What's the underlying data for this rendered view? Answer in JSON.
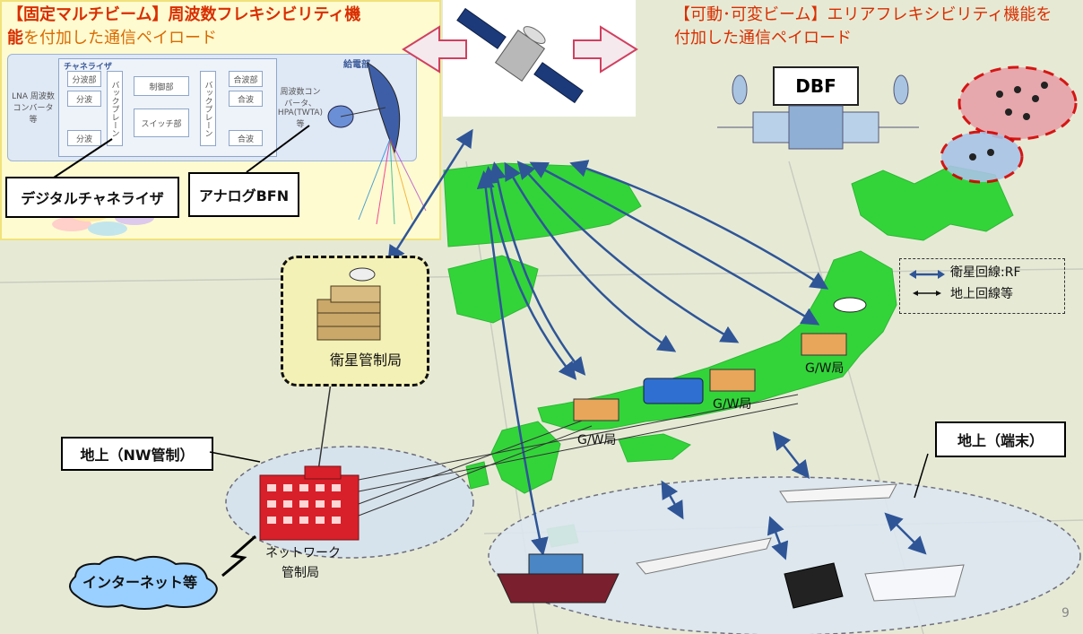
{
  "colors": {
    "land": "#33d43a",
    "sea": "#e6ead5",
    "arrow": "#2f5597",
    "title_red": "#d92e00"
  },
  "left_panel": {
    "title_main": "【固定マルチビーム】周波数フレキシビリティ機",
    "title_line2_lead": "能",
    "title_line2_rest": "を付加した通信ペイロード",
    "lna_label": "LNA 周波数コンバータ等",
    "channelizer_label": "チャネライザ",
    "demux_1": "分波部",
    "demux_2": "分波",
    "demux_3": "分波",
    "backplane_1": "バックプレーン",
    "control": "制御部",
    "switch": "スイッチ部",
    "backplane_2": "バックプレーン",
    "mux_1": "合波部",
    "mux_2": "合波",
    "mux_3": "合波",
    "hpa_label": "周波数コンバータ、HPA(TWTA)等",
    "feed_label": "給電部",
    "callout_digital": "デジタルチャネライザ",
    "callout_analog": "アナログBFN"
  },
  "right_panel": {
    "title_line1": "【可動･可変ビーム】エリアフレキシビリティ機能を",
    "title_line2": "付加した通信ペイロード",
    "dbf_label": "DBF"
  },
  "legend": {
    "rf_label": "衛星回線:RF",
    "ground_label": "地上回線等"
  },
  "labels": {
    "satellite_control": "衛星管制局",
    "ground_nw": "地上（NW管制）",
    "ground_terminal": "地上（端末）",
    "gw1": "G/W局",
    "gw2": "G/W局",
    "gw3": "G/W局",
    "network_station_1": "ネットワーク",
    "network_station_2": "管制局",
    "internet": "インターネット等",
    "page_number": "9"
  }
}
